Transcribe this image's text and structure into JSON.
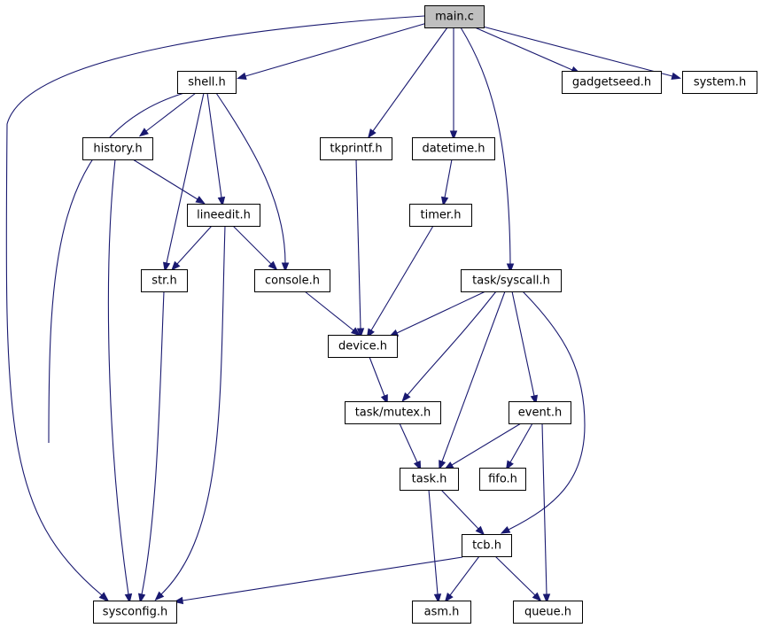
{
  "graph": {
    "nodes": [
      {
        "id": "main",
        "label": "main.c",
        "root": true
      },
      {
        "id": "shell",
        "label": "shell.h"
      },
      {
        "id": "gadgetseed",
        "label": "gadgetseed.h"
      },
      {
        "id": "system",
        "label": "system.h"
      },
      {
        "id": "history",
        "label": "history.h"
      },
      {
        "id": "tkprintf",
        "label": "tkprintf.h"
      },
      {
        "id": "datetime",
        "label": "datetime.h"
      },
      {
        "id": "lineedit",
        "label": "lineedit.h"
      },
      {
        "id": "timer",
        "label": "timer.h"
      },
      {
        "id": "str",
        "label": "str.h"
      },
      {
        "id": "console",
        "label": "console.h"
      },
      {
        "id": "syscall",
        "label": "task/syscall.h"
      },
      {
        "id": "device",
        "label": "device.h"
      },
      {
        "id": "mutex",
        "label": "task/mutex.h"
      },
      {
        "id": "event",
        "label": "event.h"
      },
      {
        "id": "task",
        "label": "task.h"
      },
      {
        "id": "fifo",
        "label": "fifo.h"
      },
      {
        "id": "tcb",
        "label": "tcb.h"
      },
      {
        "id": "sysconfig",
        "label": "sysconfig.h"
      },
      {
        "id": "asm",
        "label": "asm.h"
      },
      {
        "id": "queue",
        "label": "queue.h"
      }
    ],
    "edges": [
      {
        "from": "main",
        "to": "shell"
      },
      {
        "from": "main",
        "to": "gadgetseed"
      },
      {
        "from": "main",
        "to": "system"
      },
      {
        "from": "main",
        "to": "tkprintf"
      },
      {
        "from": "main",
        "to": "datetime"
      },
      {
        "from": "main",
        "to": "syscall"
      },
      {
        "from": "main",
        "to": "sysconfig"
      },
      {
        "from": "shell",
        "to": "history"
      },
      {
        "from": "shell",
        "to": "lineedit"
      },
      {
        "from": "shell",
        "to": "str"
      },
      {
        "from": "shell",
        "to": "console"
      },
      {
        "from": "shell",
        "to": "sysconfig"
      },
      {
        "from": "history",
        "to": "lineedit"
      },
      {
        "from": "history",
        "to": "sysconfig"
      },
      {
        "from": "lineedit",
        "to": "str"
      },
      {
        "from": "lineedit",
        "to": "console"
      },
      {
        "from": "lineedit",
        "to": "sysconfig"
      },
      {
        "from": "str",
        "to": "sysconfig"
      },
      {
        "from": "console",
        "to": "device"
      },
      {
        "from": "tkprintf",
        "to": "device"
      },
      {
        "from": "datetime",
        "to": "timer"
      },
      {
        "from": "timer",
        "to": "device"
      },
      {
        "from": "syscall",
        "to": "device"
      },
      {
        "from": "syscall",
        "to": "mutex"
      },
      {
        "from": "syscall",
        "to": "task"
      },
      {
        "from": "syscall",
        "to": "event"
      },
      {
        "from": "syscall",
        "to": "tcb"
      },
      {
        "from": "device",
        "to": "mutex"
      },
      {
        "from": "mutex",
        "to": "task"
      },
      {
        "from": "event",
        "to": "task"
      },
      {
        "from": "event",
        "to": "fifo"
      },
      {
        "from": "event",
        "to": "queue"
      },
      {
        "from": "task",
        "to": "tcb"
      },
      {
        "from": "task",
        "to": "asm"
      },
      {
        "from": "tcb",
        "to": "sysconfig"
      },
      {
        "from": "tcb",
        "to": "asm"
      },
      {
        "from": "tcb",
        "to": "queue"
      }
    ]
  }
}
